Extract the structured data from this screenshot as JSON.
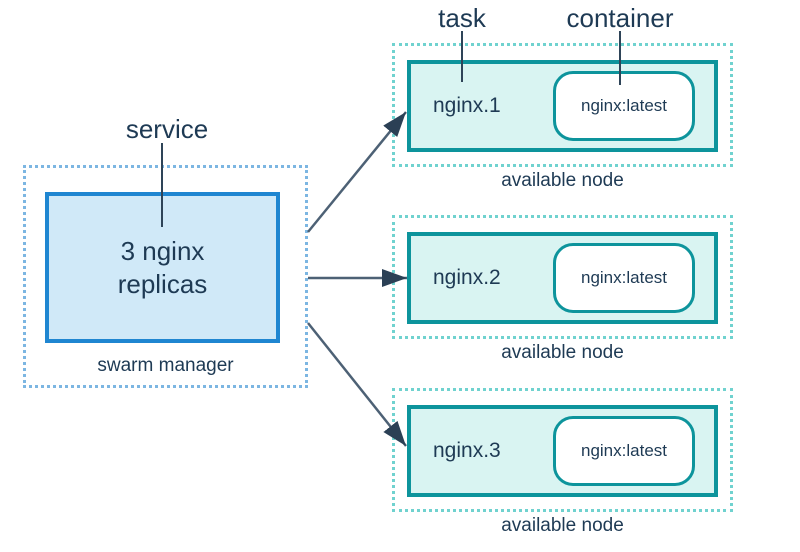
{
  "labels": {
    "service": "service",
    "task": "task",
    "container": "container"
  },
  "swarm_manager": {
    "box_label": "3 nginx replicas",
    "caption": "swarm manager"
  },
  "nodes": [
    {
      "task": "nginx.1",
      "container": "nginx:latest",
      "caption": "available node"
    },
    {
      "task": "nginx.2",
      "container": "nginx:latest",
      "caption": "available node"
    },
    {
      "task": "nginx.3",
      "container": "nginx:latest",
      "caption": "available node"
    }
  ],
  "colors": {
    "text_navy": "#1e3a54",
    "service_box_border": "#1f86d1",
    "service_box_fill": "#d0e9f8",
    "swarm_dotted_border": "#7cb6e2",
    "task_box_border": "#0d949c",
    "task_box_fill": "#d9f4f2",
    "node_dotted_border": "#70d2cf",
    "container_fill": "#ffffff",
    "arrow_line": "#4d6175",
    "arrow_head": "#2b4055"
  }
}
